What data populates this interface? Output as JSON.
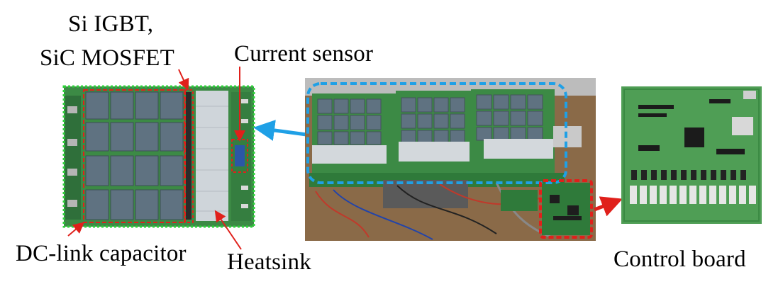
{
  "labels": {
    "igbt_line1": "Si IGBT,",
    "igbt_line2": "SiC MOSFET",
    "current_sensor": "Current sensor",
    "dc_link": "DC-link capacitor",
    "heatsink": "Heatsink",
    "control_board": "Control board"
  },
  "colors": {
    "annotation_red": "#e0201b",
    "highlight_blue": "#1fa0e6",
    "highlight_green": "#2ed13a",
    "pcb_green": "#3c8a45",
    "capacitor_gray": "#5f7281",
    "heatsink_silver": "#cfd5da"
  }
}
